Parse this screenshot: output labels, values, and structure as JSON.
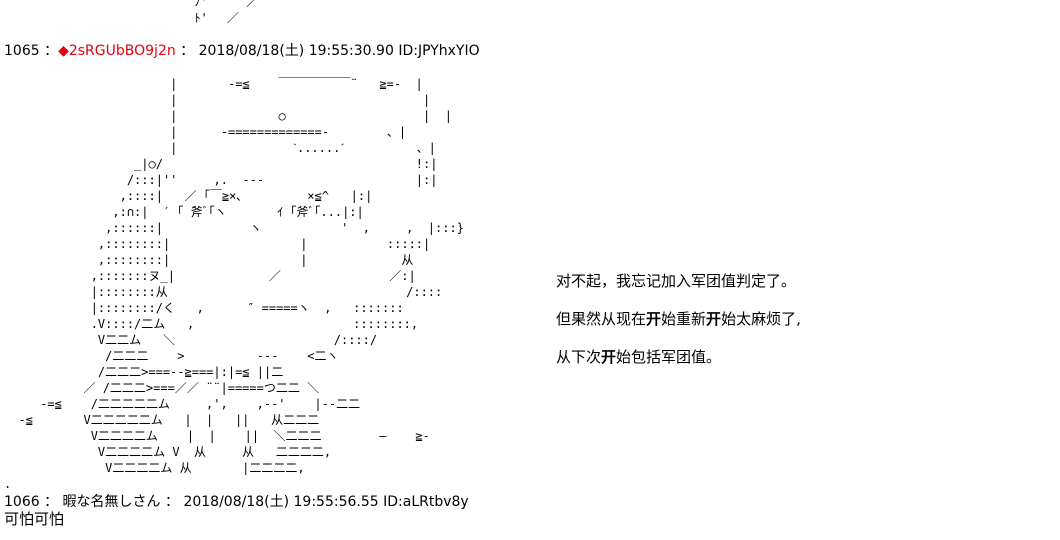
{
  "aa_top": "  ﾉ' 　　 ／\n  ﾄ'　 ／",
  "post_1065": {
    "number": "1065",
    "separator": "：",
    "trip": "◆2sRGUbBO9j2n",
    "separator2": "：",
    "datetime": "2018/08/18(土) 19:55:30.90",
    "id": "ID:JPYhxYIO",
    "aa": "                       |       -=≦    ￣￣￣￣￣￣¨   ≧=-  |\n                       |                                  |\n                       |              ○                   |  |\n                       |      -=============-        、|\n                       |                ˋ......ˊ          、|\n                  _|○/                                   !:|\n                 /:::|''     ,.  ---                     |:|\n                ,::::|   ／ ｢￣≧×､         ×≦^   |:|\n               ,:∩:|  ′ ｢ ̄斧ﾞ｢ヽ       ｲ ｢斧ﾞ｢...|:|\n              ,::::::|            ヽ           '  ,     ,  |:::}\n             ,::::::::|                  |           :::::|\n             ,::::::::|                  |             从\n            ,:::::::ヌ_|             ／               ／:|\n            |::::::::从                                 /::::\n            |::::::::/く   ,      ″ =====ヽ  ,   :::::::\n            .V::::/二ム   ,                      ::::::::,\n             V二二ム   ＼                      /::::/\n              /二二二    >          ---    <二ヽ\n             /二二二>===--≧===|:|=≦ ||二\n           ／ /二二二>===／／ ¨¨|=====つ二二 ＼\n     -=≦    /二二二二二ム     ,',    ,--'    |--二二\n  -≦       V二二二二二ム   |  |   ||   从二二二\n            V二二二二ム    |  |    ||  ＼二二二        ―    ≧-\n             V二二二二ム V  从     从   二二二二,\n              V二二二二ム 从       |二二二二,\n."
  },
  "message_lines": [
    [
      "对不起，我忘记加入军团值判定了。"
    ],
    [
      "但果然从现在",
      "开",
      "始重新",
      "开",
      "始太麻烦了,"
    ],
    [
      "从下次",
      "开",
      "始包括军团值。"
    ]
  ],
  "post_1066": {
    "number": "1066",
    "separator": "：",
    "name": "暇な名無しさん",
    "separator2": "：",
    "datetime": "2018/08/18(土) 19:55:56.55",
    "id": "ID:aLRtbv8y",
    "body": "可怕可怕"
  },
  "colors": {
    "trip": "#e8000d",
    "text": "#000000",
    "background": "#ffffff"
  }
}
